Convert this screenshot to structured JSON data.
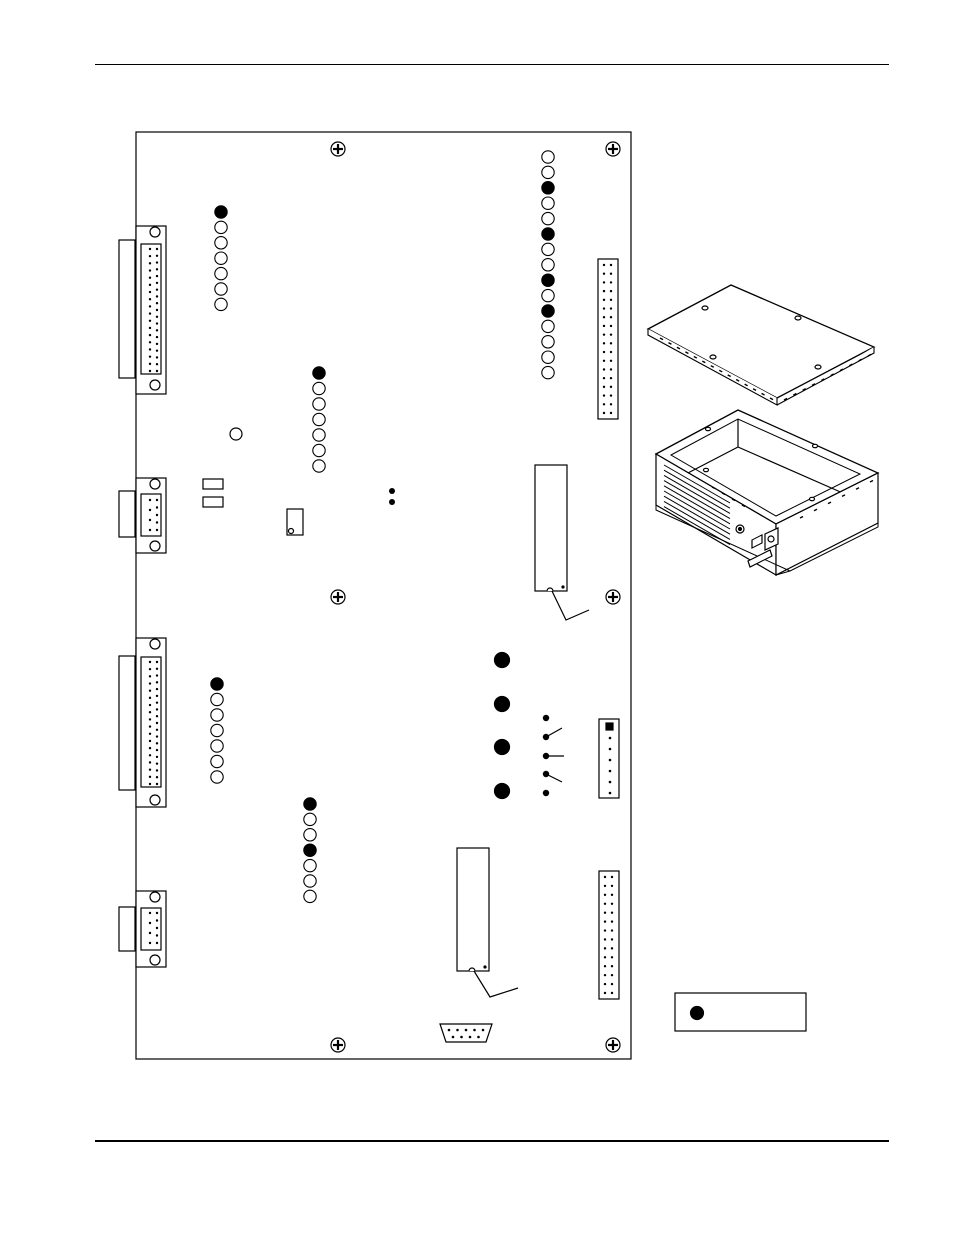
{
  "figure": {
    "kind": "board-layout-diagram",
    "palette": {
      "stroke": "#000000",
      "fill_on": "#000000",
      "fill_off": "#ffffff",
      "box_fill": "#d6d6d6"
    },
    "led_banks": [
      {
        "name": "led-bank-upper-left",
        "states": [
          1,
          0,
          0,
          0,
          0,
          0,
          0
        ]
      },
      {
        "name": "led-bank-upper-middle",
        "states": [
          1,
          0,
          0,
          0,
          0,
          0,
          0
        ]
      },
      {
        "name": "led-bank-right-column",
        "states": [
          0,
          0,
          1,
          0,
          0,
          1,
          0,
          0,
          1,
          0,
          1,
          0,
          0,
          0,
          0
        ]
      },
      {
        "name": "led-bank-lower-left",
        "states": [
          1,
          0,
          0,
          0,
          0,
          0,
          0
        ]
      },
      {
        "name": "led-bank-lower-middle",
        "states": [
          1,
          0,
          0,
          1,
          0,
          0,
          0
        ]
      }
    ],
    "standoff_count": 4,
    "mounting_screw_count": 6,
    "legend": {
      "symbol": "filled-circle",
      "text": ""
    }
  }
}
